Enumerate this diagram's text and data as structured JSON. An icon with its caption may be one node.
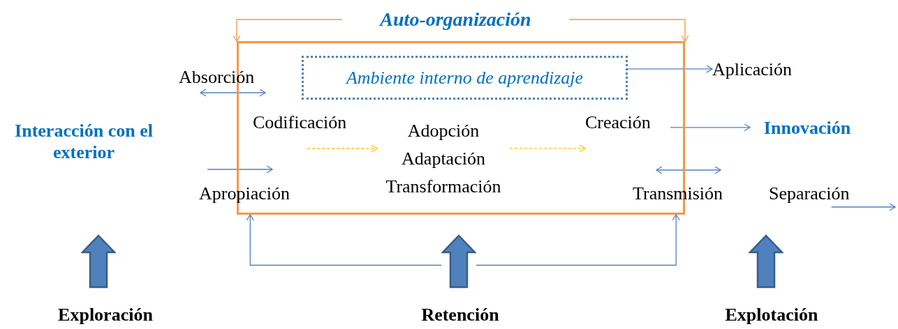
{
  "diagram": {
    "nodes": [
      {
        "text": [
          "Auto-organización"
        ]
      },
      {
        "text": [],
        "shape": "box"
      },
      {
        "text": [
          "Ambiente interno de aprendizaje"
        ],
        "in": 1
      },
      {
        "text": [
          "Absorción"
        ]
      },
      {
        "text": [
          "Codificación"
        ],
        "in": 1
      },
      {
        "text": [
          "Adopción Adaptación Transformación"
        ],
        "in": 1
      },
      {
        "text": [
          "Creación"
        ],
        "in": 1
      },
      {
        "text": [
          "Apropiación"
        ]
      },
      {
        "text": [
          "Transmisión"
        ]
      },
      {
        "text": [
          "Aplicación"
        ]
      },
      {
        "text": [
          "Interacción con el exterior"
        ]
      },
      {
        "text": [
          "Innovación"
        ]
      },
      {
        "text": [
          "Separación"
        ]
      },
      {
        "text": [],
        "shape": "arrow"
      },
      {
        "text": [],
        "shape": "arrow"
      },
      {
        "text": [],
        "shape": "arrow"
      },
      {
        "text": [
          "Exploración"
        ]
      },
      {
        "text": [
          "Retención"
        ]
      },
      {
        "text": [
          "Explotación"
        ]
      }
    ],
    "edges": [
      {
        "from": 0,
        "to": 1,
        "arrow": "to",
        "color": "#f79646"
      },
      {
        "from": 0,
        "to": 1,
        "arrow": "to",
        "color": "#f79646"
      },
      {
        "from": 4,
        "to": 5,
        "arrow": "to",
        "style": "dashed",
        "color": "#ffc000"
      },
      {
        "from": 5,
        "to": 6,
        "arrow": "to",
        "style": "dashed",
        "color": "#ffc000"
      },
      {
        "from": 2,
        "to": 9,
        "arrow": "to"
      },
      {
        "from": 6,
        "to": 11,
        "arrow": "to"
      },
      {
        "from": 12,
        "to": null,
        "arrow": "to"
      },
      {
        "from": 14,
        "to": 1,
        "arrow": "to"
      },
      {
        "from": 14,
        "to": 1,
        "arrow": "to"
      }
    ]
  }
}
